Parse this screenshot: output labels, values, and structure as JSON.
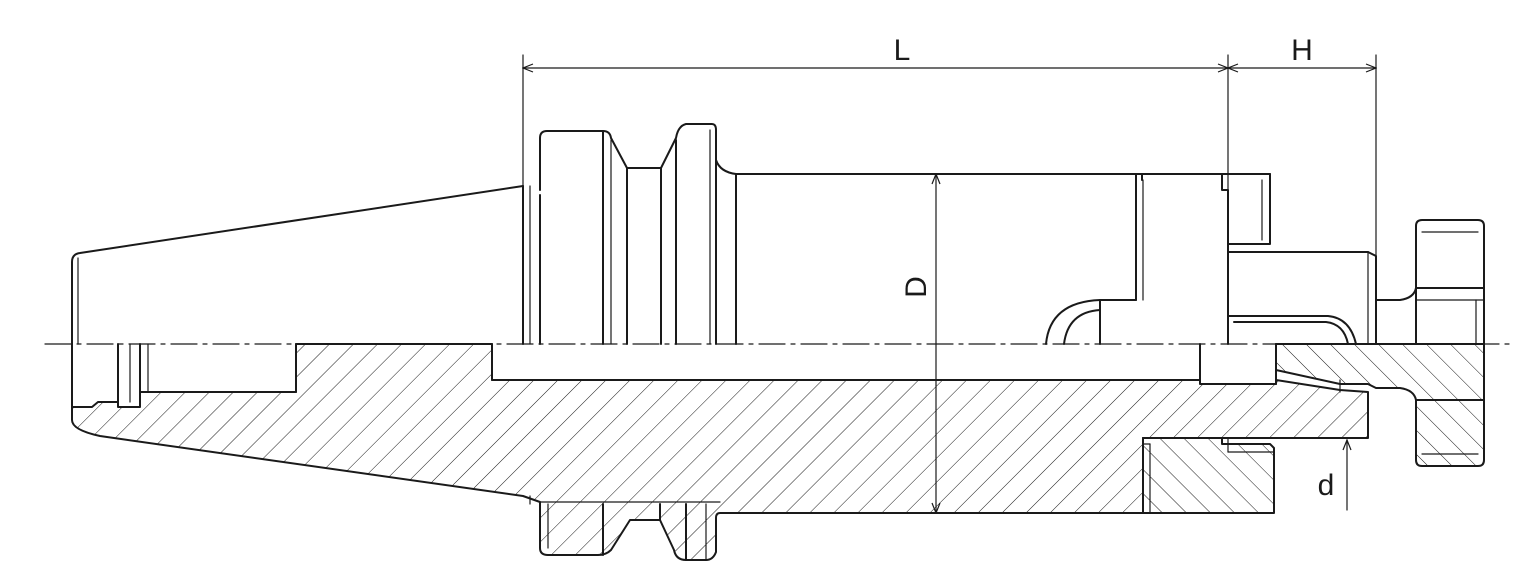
{
  "labels": {
    "L": "L",
    "H": "H",
    "D": "D",
    "d": "d"
  },
  "colors": {
    "line": "#1a1a1a",
    "background": "#ffffff"
  }
}
